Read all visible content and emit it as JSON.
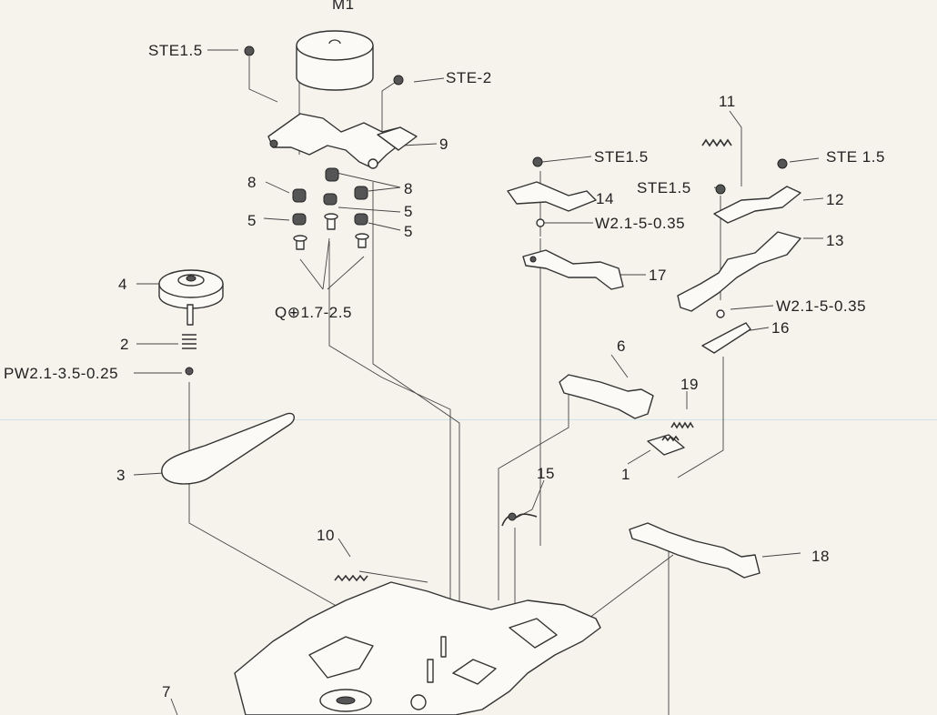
{
  "labels": {
    "m1": "M1",
    "ste15_top": "STE1.5",
    "ste2": "STE-2",
    "l9": "9",
    "l8_left": "8",
    "l8_right": "8",
    "l5_left": "5",
    "l5_mid": "5",
    "l5_right": "5",
    "screw_spec": "Q⊕1.7-2.5",
    "l4": "4",
    "l2": "2",
    "pw": "PW2.1-3.5-0.25",
    "l3": "3",
    "l11": "11",
    "ste15_a": "STE1.5",
    "ste15_b": "STE 1.5",
    "ste15_c": "STE1.5",
    "l12": "12",
    "l13": "13",
    "l14": "14",
    "w1": "W2.1-5-0.35",
    "l17": "17",
    "w2": "W2.1-5-0.35",
    "l16": "16",
    "l6": "6",
    "l19": "19",
    "l1": "1",
    "l15": "15",
    "l10": "10",
    "l18": "18",
    "l7": "7"
  }
}
